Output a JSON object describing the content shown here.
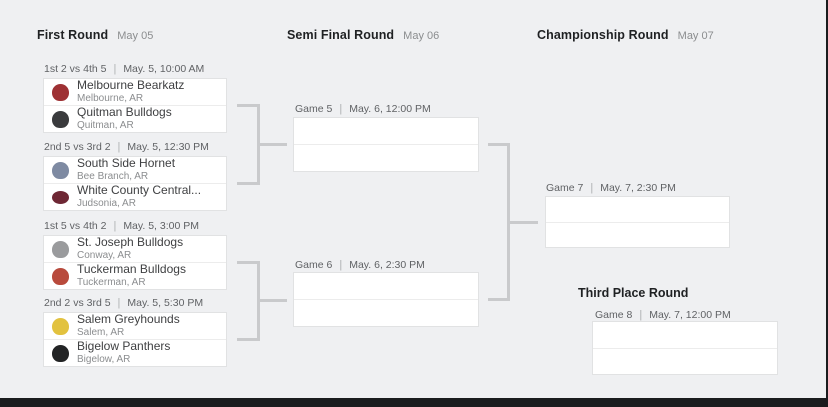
{
  "rounds": [
    {
      "title": "First Round",
      "date": "May 05"
    },
    {
      "title": "Semi Final Round",
      "date": "May 06"
    },
    {
      "title": "Championship Round",
      "date": "May 07"
    }
  ],
  "third_place_title": "Third Place Round",
  "labels": {
    "divider": "|"
  },
  "matches": [
    {
      "seed_label": "1st 2 vs 4th 5",
      "datetime": "May. 5, 10:00 AM",
      "teams": [
        {
          "name": "Melbourne Bearkatz",
          "location": "Melbourne, AR",
          "logo_color": "#9e3134"
        },
        {
          "name": "Quitman Bulldogs",
          "location": "Quitman, AR",
          "logo_color": "#3a3b3d"
        }
      ]
    },
    {
      "seed_label": "2nd 5 vs 3rd 2",
      "datetime": "May. 5, 12:30 PM",
      "teams": [
        {
          "name": "South Side Hornet",
          "location": "Bee Branch, AR",
          "logo_color": "#7e8aa2"
        },
        {
          "name": "White County Central...",
          "location": "Judsonia, AR",
          "logo_color": "#6e2734"
        }
      ]
    },
    {
      "seed_label": "1st 5 vs 4th 2",
      "datetime": "May. 5, 3:00 PM",
      "teams": [
        {
          "name": "St. Joseph Bulldogs",
          "location": "Conway, AR",
          "logo_color": "#9a9b9d"
        },
        {
          "name": "Tuckerman Bulldogs",
          "location": "Tuckerman, AR",
          "logo_color": "#b84a3c"
        }
      ]
    },
    {
      "seed_label": "2nd 2 vs 3rd 5",
      "datetime": "May. 5, 5:30 PM",
      "teams": [
        {
          "name": "Salem Greyhounds",
          "location": "Salem, AR",
          "logo_color": "#e2c23f"
        },
        {
          "name": "Bigelow Panthers",
          "location": "Bigelow, AR",
          "logo_color": "#232425"
        }
      ]
    }
  ],
  "games": [
    {
      "label": "Game 5",
      "datetime": "May. 6, 12:00 PM"
    },
    {
      "label": "Game 6",
      "datetime": "May. 6, 2:30 PM"
    },
    {
      "label": "Game 7",
      "datetime": "May. 7, 2:30 PM"
    },
    {
      "label": "Game 8",
      "datetime": "May. 7, 12:00 PM"
    }
  ],
  "colors": {
    "background": "#eff0f2",
    "connector": "#c9cacc",
    "box_border": "#e1e2e3",
    "bottom_bar": "#1a1c1e"
  }
}
